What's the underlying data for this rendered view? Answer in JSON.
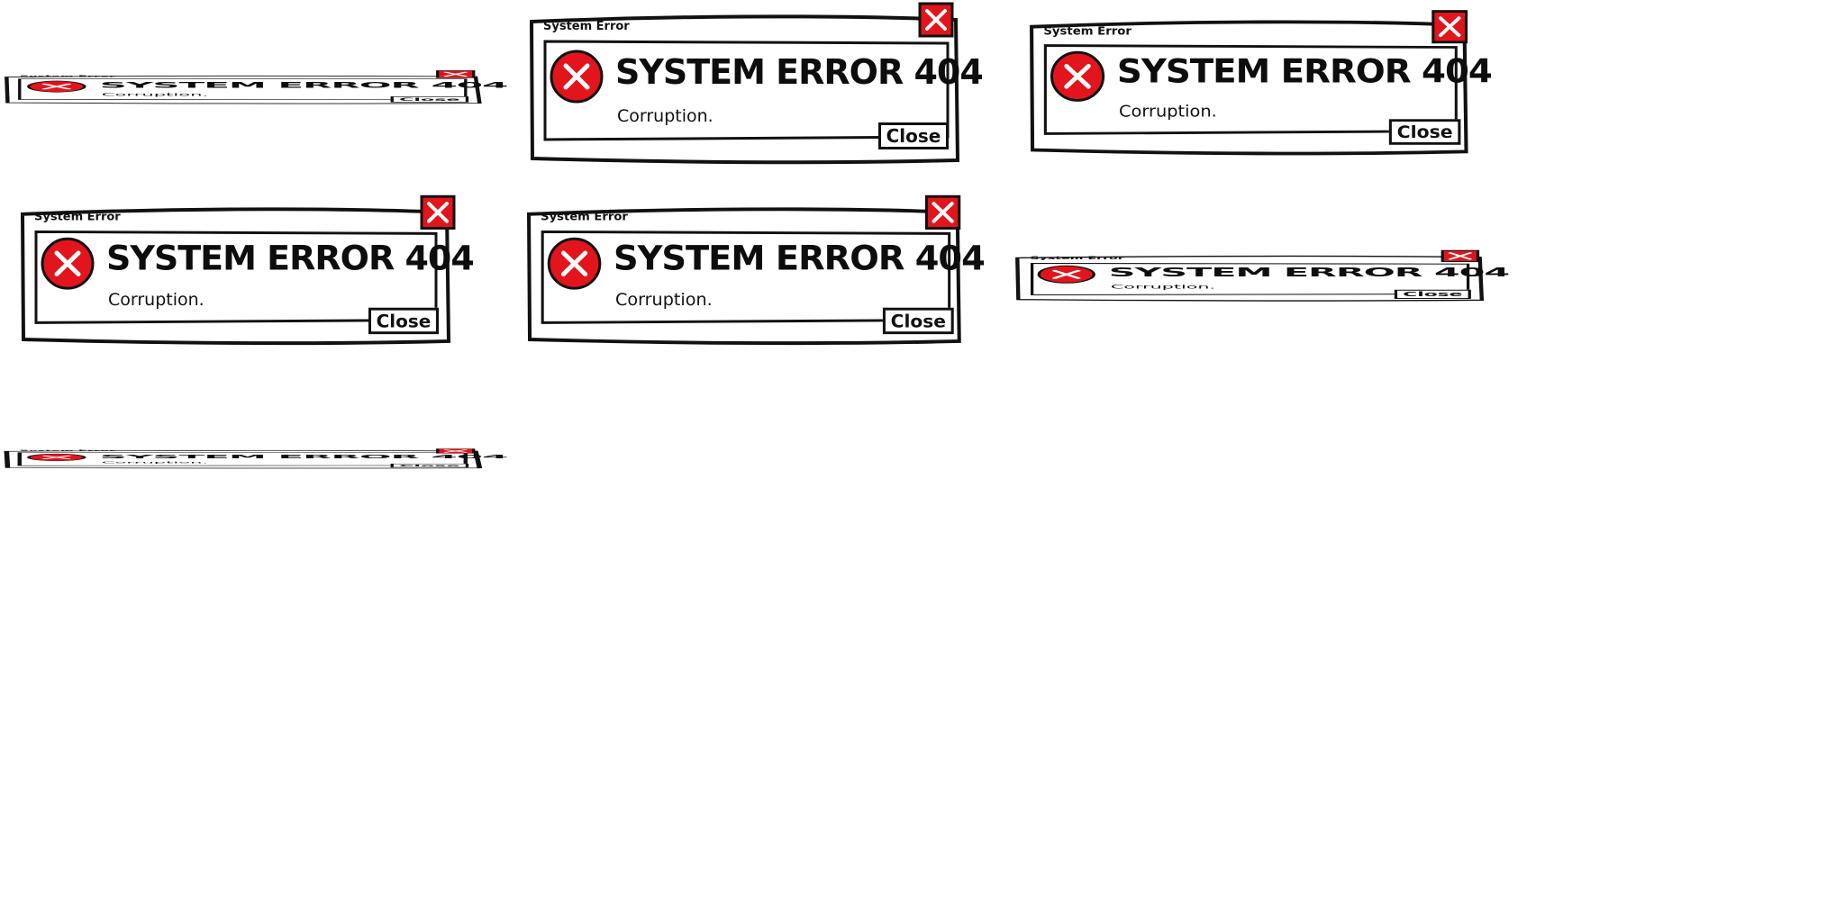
{
  "dialogs": [
    {
      "title": "System Error",
      "heading": "SYSTEM ERROR 404",
      "message": "Corruption.",
      "button": "Close"
    },
    {
      "title": "System Error",
      "heading": "SYSTEM ERROR 404",
      "message": "Corruption.",
      "button": "Close"
    },
    {
      "title": "System Error",
      "heading": "SYSTEM ERROR 404",
      "message": "Corruption.",
      "button": "Close"
    },
    {
      "title": "System Error",
      "heading": "SYSTEM ERROR 404",
      "message": "Corruption.",
      "button": "Close"
    },
    {
      "title": "System Error",
      "heading": "SYSTEM ERROR 404",
      "message": "Corruption.",
      "button": "Close"
    },
    {
      "title": "System Error",
      "heading": "SYSTEM ERROR 404",
      "message": "Corruption.",
      "button": "Close"
    },
    {
      "title": "System Error",
      "heading": "SYSTEM ERROR 404",
      "message": "Corruption.",
      "button": "Close"
    }
  ],
  "colors": {
    "error_red": "#e2141c",
    "outline": "#111111",
    "background": "#ffffff"
  },
  "icons": {
    "error": "error-x-circle-icon",
    "close": "close-x-icon"
  }
}
